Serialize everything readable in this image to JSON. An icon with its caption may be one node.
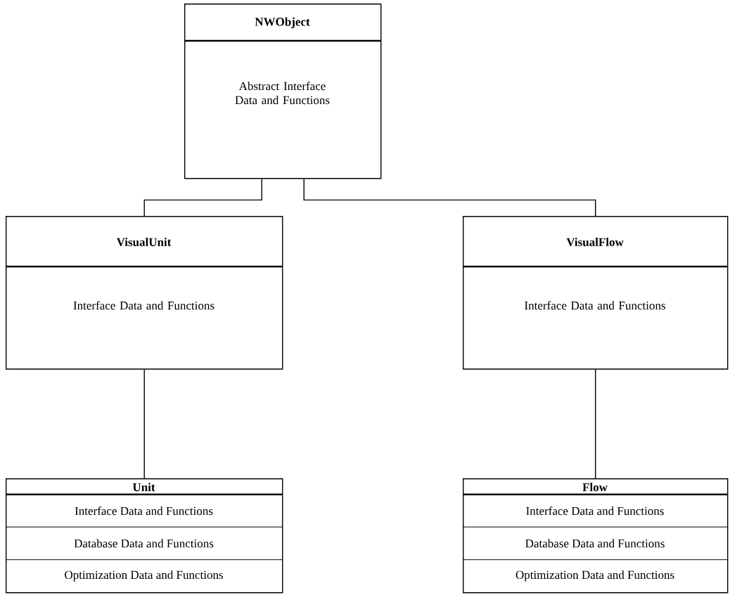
{
  "diagram": {
    "nodes": [
      {
        "text": [
          "NWObject",
          "Abstract Interface Data and Functions"
        ]
      },
      {
        "text": [
          "VisualUnit",
          "Interface Data and Functions"
        ]
      },
      {
        "text": [
          "VisualFlow",
          "Interface Data and Functions"
        ]
      },
      {
        "text": [
          "Unit",
          "Interface Data and Functions",
          "Database Data and Functions",
          "Optimization Data and Functions"
        ]
      },
      {
        "text": [
          "Flow",
          "Interface Data and Functions",
          "Database Data and Functions",
          "Optimization Data and Functions"
        ]
      }
    ],
    "edges": [
      {
        "from": 0,
        "to": 1,
        "arrow": "none"
      },
      {
        "from": 0,
        "to": 2,
        "arrow": "none"
      },
      {
        "from": 1,
        "to": 3,
        "arrow": "none"
      },
      {
        "from": 2,
        "to": 4,
        "arrow": "none"
      }
    ]
  }
}
